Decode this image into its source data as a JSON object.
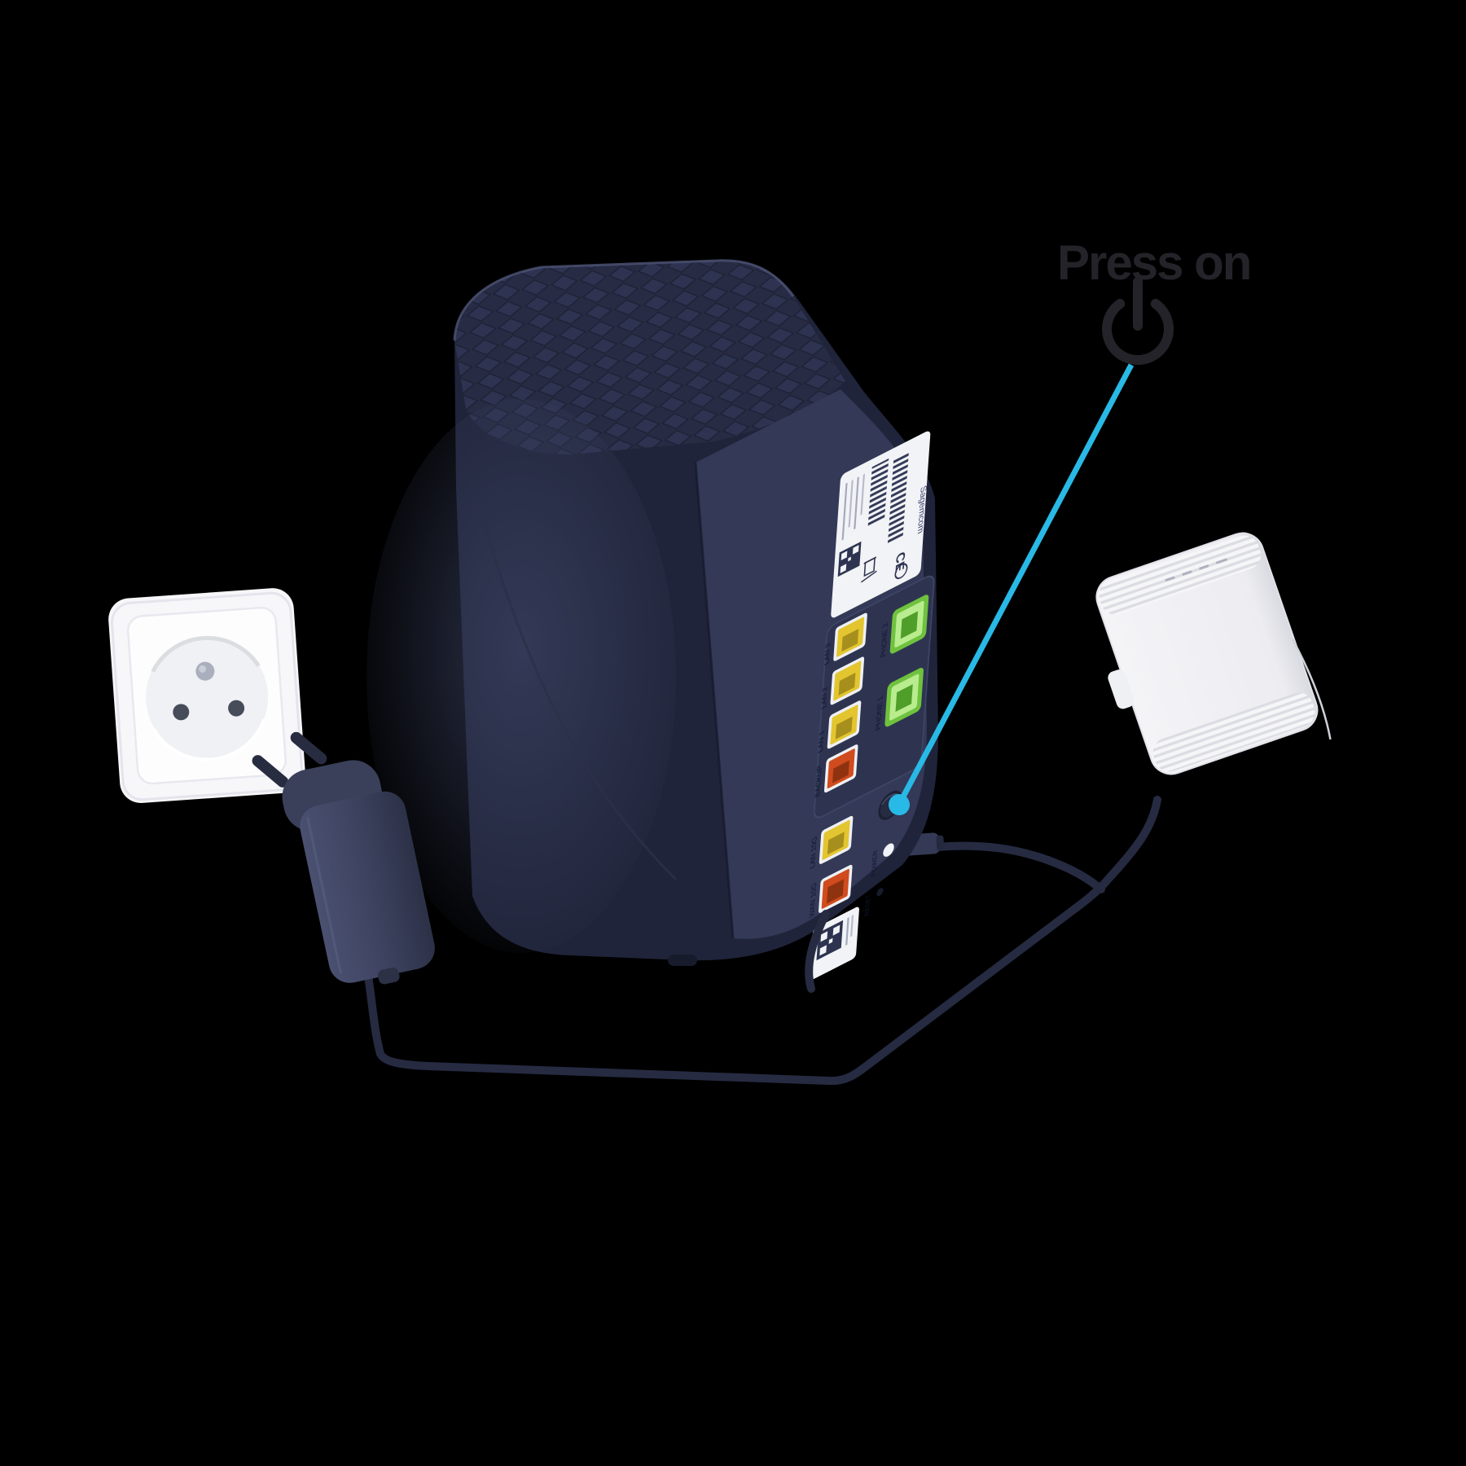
{
  "scene": {
    "description": "Router installation illustration on black background",
    "background": "#000000"
  },
  "annotation": {
    "label": "Press on",
    "text_color": "#232329",
    "line_color": "#29b9e6",
    "icon": "power-icon"
  },
  "router": {
    "body_color": "#20243a",
    "panel_color": "#333957",
    "sticker": {
      "brand": "Sagemcom",
      "ce": "CE"
    },
    "ports": [
      {
        "label": "LAN 3",
        "color": "#e3c52f",
        "type": "ethernet"
      },
      {
        "label": "LAN 2",
        "color": "#e3c52f",
        "type": "ethernet"
      },
      {
        "label": "LAN 1",
        "color": "#e3c52f",
        "type": "ethernet"
      },
      {
        "label": "BACKUP",
        "color": "#d04b1d",
        "type": "ethernet"
      },
      {
        "label": "PHONE 2",
        "color": "#7fd14c",
        "type": "phone"
      },
      {
        "label": "PHONE 1",
        "color": "#7fd14c",
        "type": "phone"
      },
      {
        "label": "LAN 10G",
        "color": "#e3c52f",
        "type": "ethernet"
      },
      {
        "label": "WAN 10G",
        "color": "#d04b1d",
        "type": "ethernet"
      }
    ],
    "controls": [
      {
        "label": "POWER"
      },
      {
        "label": "RESET"
      }
    ]
  },
  "outlet": {
    "type": "french-wall-socket",
    "color": "#f7f7fa"
  },
  "adapter": {
    "type": "power-adapter",
    "color": "#3d4360"
  },
  "ont": {
    "type": "fiber-wall-box",
    "color": "#f4f4f7"
  }
}
